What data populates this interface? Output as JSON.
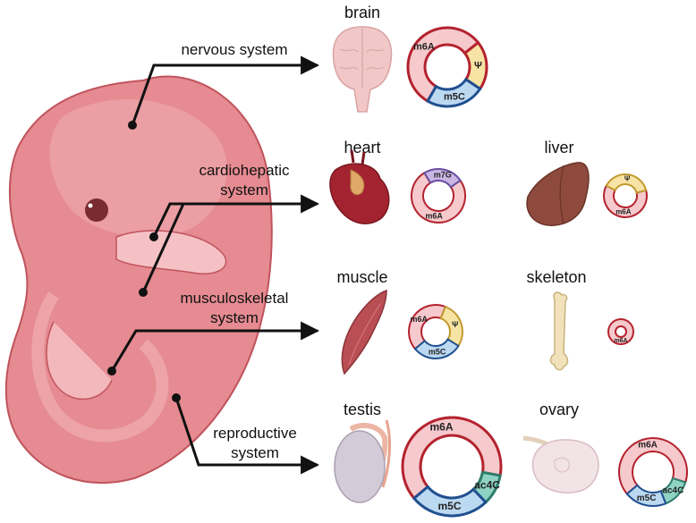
{
  "systems": {
    "nervous": "nervous system",
    "cardiohepatic": [
      "cardiohepatic",
      "system"
    ],
    "musculoskeletal": [
      "musculoskeletal",
      "system"
    ],
    "reproductive": [
      "reproductive",
      "system"
    ]
  },
  "organs": {
    "brain": "brain",
    "heart": "heart",
    "liver": "liver",
    "muscle": "muscle",
    "skeleton": "skeleton",
    "testis": "testis",
    "ovary": "ovary"
  },
  "modification_rings": [
    {
      "organ": "brain",
      "segments": [
        {
          "label": "m6A",
          "fraction": 0.56,
          "color": "#f6c9cc",
          "stroke": "#b3222e"
        },
        {
          "label": "Ψ",
          "fraction": 0.2,
          "color": "#f7e3a4",
          "stroke": "#b3222e"
        },
        {
          "label": "m5C",
          "fraction": 0.24,
          "color": "#bcd9f2",
          "stroke": "#1f4f8f"
        }
      ]
    },
    {
      "organ": "heart",
      "segments": [
        {
          "label": "m6A",
          "fraction": 0.76,
          "color": "#f6c9cc",
          "stroke": "#b3222e"
        },
        {
          "label": "m7G",
          "fraction": 0.24,
          "color": "#c9b6e4",
          "stroke": "#6a4ea0"
        }
      ]
    },
    {
      "organ": "liver",
      "segments": [
        {
          "label": "m6A",
          "fraction": 0.62,
          "color": "#f6c9cc",
          "stroke": "#b3222e"
        },
        {
          "label": "Ψ",
          "fraction": 0.38,
          "color": "#f7e3a4",
          "stroke": "#c19a2e"
        }
      ]
    },
    {
      "organ": "muscle",
      "segments": [
        {
          "label": "m6A",
          "fraction": 0.42,
          "color": "#f6c9cc",
          "stroke": "#b3222e"
        },
        {
          "label": "Ψ",
          "fraction": 0.28,
          "color": "#f7e3a4",
          "stroke": "#c19a2e"
        },
        {
          "label": "m5C",
          "fraction": 0.3,
          "color": "#bcd9f2",
          "stroke": "#1f4f8f"
        }
      ]
    },
    {
      "organ": "skeleton",
      "segments": [
        {
          "label": "m6A",
          "fraction": 1.0,
          "color": "#f6c9cc",
          "stroke": "#b3222e"
        }
      ]
    },
    {
      "organ": "testis",
      "segments": [
        {
          "label": "m6A",
          "fraction": 0.64,
          "color": "#f6c9cc",
          "stroke": "#b3222e"
        },
        {
          "label": "ac4C",
          "fraction": 0.1,
          "color": "#8fd3c5",
          "stroke": "#2e7d6b"
        },
        {
          "label": "m5C",
          "fraction": 0.26,
          "color": "#bcd9f2",
          "stroke": "#1f4f8f"
        }
      ]
    },
    {
      "organ": "ovary",
      "segments": [
        {
          "label": "m6A",
          "fraction": 0.66,
          "color": "#f6c9cc",
          "stroke": "#b3222e"
        },
        {
          "label": "ac4C",
          "fraction": 0.14,
          "color": "#8fd3c5",
          "stroke": "#2e7d6b"
        },
        {
          "label": "m5C",
          "fraction": 0.2,
          "color": "#bcd9f2",
          "stroke": "#1f4f8f"
        }
      ]
    }
  ],
  "colors": {
    "embryo_fill": "#e58b91",
    "embryo_light": "#f1aeb2",
    "embryo_dark": "#c0535c",
    "line": "#111111"
  }
}
